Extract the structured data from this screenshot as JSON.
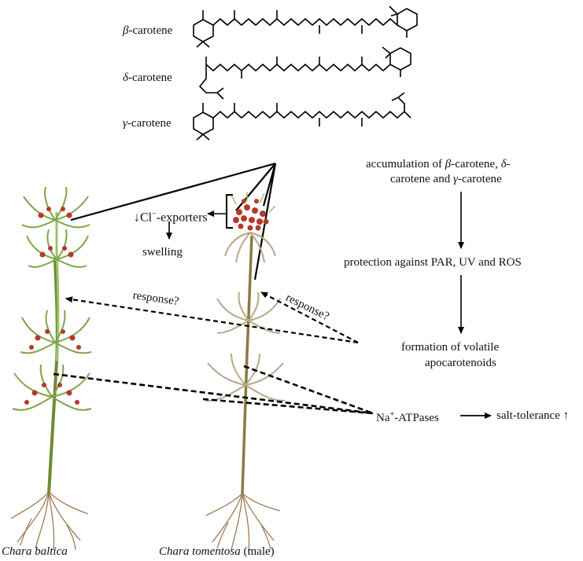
{
  "molecules": [
    {
      "greek": "β",
      "suffix": "-carotene"
    },
    {
      "greek": "δ",
      "suffix": "-carotene"
    },
    {
      "greek": "γ",
      "suffix": "-carotene"
    }
  ],
  "pathway": {
    "accumulation_line1_a": "accumulation of ",
    "accumulation_line1_b": "β",
    "accumulation_line1_c": "-carotene, ",
    "accumulation_line1_d": "δ",
    "accumulation_line1_e": "-",
    "accumulation_line2_a": "carotene and ",
    "accumulation_line2_b": "γ",
    "accumulation_line2_c": "-carotene",
    "protection": "protection against PAR, UV and ROS",
    "formation_line1": "formation of volatile",
    "formation_line2": "apocarotenoids"
  },
  "transport": {
    "cl_arrow": "↓",
    "cl_text": "Cl",
    "cl_sup": "−",
    "cl_suffix": "-exporters",
    "swelling": "swelling",
    "na_text": "Na",
    "na_sup": "+",
    "na_suffix": "-ATPases",
    "salt_tolerance": "salt-tolerance",
    "up_arrow": "↑"
  },
  "responses": {
    "left": "response?",
    "right": "response?"
  },
  "species": {
    "baltica": "Chara baltica",
    "tomentosa": "Chara tomentosa",
    "tomentosa_suffix": " (male)"
  },
  "colors": {
    "baltica_stem": "#6f8a32",
    "baltica_leaf": "#9cc36a",
    "tomentosa_stem": "#8a7a45",
    "tomentosa_leaf": "#b8a888",
    "antheridia": "#b33a2a",
    "root": "#a07a55"
  }
}
